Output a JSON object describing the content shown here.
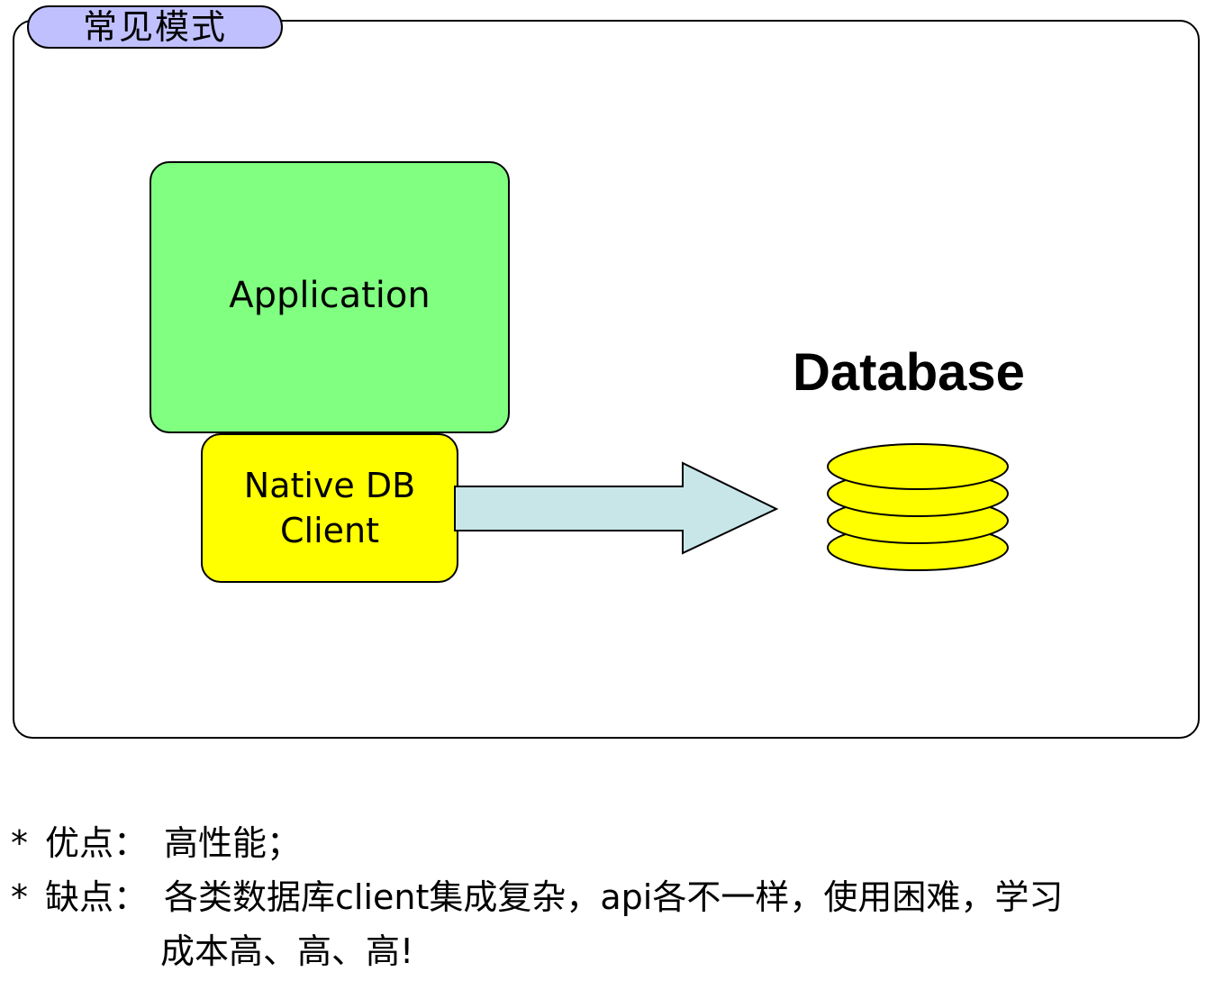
{
  "frame": {
    "title": "常见模式"
  },
  "application": {
    "label": "Application"
  },
  "client": {
    "line1": "Native DB",
    "line2": "Client"
  },
  "database": {
    "title": "Database"
  },
  "colors": {
    "frame_tab": "#c0c0ff",
    "application": "#80ff80",
    "client": "#ffff00",
    "arrow": "#c8e6e8",
    "database": "#ffff00"
  },
  "notes": {
    "bullet": "*",
    "pros_label": "优点：",
    "pros_text": "高性能；",
    "cons_label": "缺点：",
    "cons_text": "各类数据库client集成复杂，api各不一样，使用困难，学习",
    "cons_text_cont": "成本高、高、高!"
  }
}
